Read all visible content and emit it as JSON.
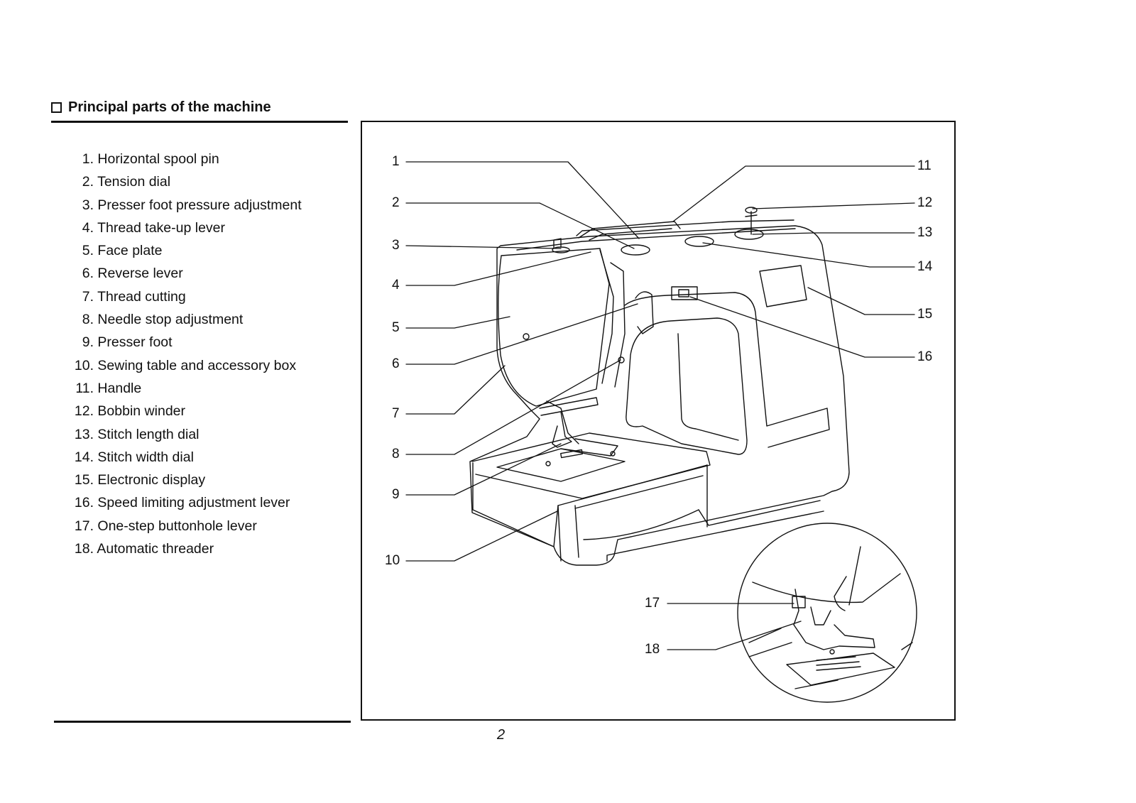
{
  "section": {
    "title": "Principal parts of the machine"
  },
  "parts": [
    {
      "number": "1.",
      "label": "Horizontal spool pin"
    },
    {
      "number": "2.",
      "label": "Tension dial"
    },
    {
      "number": "3.",
      "label": "Presser foot pressure adjustment"
    },
    {
      "number": "4.",
      "label": "Thread take-up lever"
    },
    {
      "number": "5.",
      "label": "Face plate"
    },
    {
      "number": "6.",
      "label": "Reverse lever"
    },
    {
      "number": "7.",
      "label": "Thread cutting"
    },
    {
      "number": "8.",
      "label": "Needle stop adjustment"
    },
    {
      "number": "9.",
      "label": "Presser foot"
    },
    {
      "number": "10.",
      "label": "Sewing table and accessory box"
    },
    {
      "number": "11.",
      "label": "Handle"
    },
    {
      "number": "12.",
      "label": "Bobbin winder"
    },
    {
      "number": "13.",
      "label": "Stitch length dial"
    },
    {
      "number": "14.",
      "label": "Stitch width dial"
    },
    {
      "number": "15.",
      "label": "Electronic display"
    },
    {
      "number": "16.",
      "label": "Speed limiting adjustment lever"
    },
    {
      "number": "17.",
      "label": "One-step buttonhole lever"
    },
    {
      "number": "18.",
      "label": "Automatic threader"
    }
  ],
  "diagram": {
    "callouts": [
      "1",
      "2",
      "3",
      "4",
      "5",
      "6",
      "7",
      "8",
      "9",
      "10",
      "11",
      "12",
      "13",
      "14",
      "15",
      "16",
      "17",
      "18"
    ]
  },
  "footer": {
    "page_number": "2"
  }
}
